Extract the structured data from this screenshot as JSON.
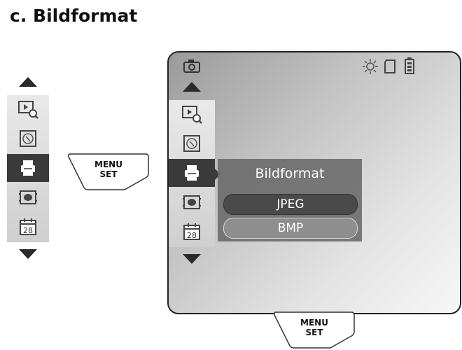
{
  "heading": "c. Bildformat",
  "menu_key": {
    "line1": "MENU",
    "line2": "SET"
  },
  "menu": {
    "title": "Bildformat",
    "options": [
      {
        "label": "JPEG",
        "selected": true
      },
      {
        "label": "BMP",
        "selected": false
      }
    ]
  },
  "icons": {
    "strip": [
      "playback-zoom-icon",
      "clock-icon",
      "image-format-icon",
      "camera-frame-icon",
      "calendar-icon"
    ],
    "status": [
      "camera-icon",
      "brightness-icon",
      "memory-card-icon",
      "battery-icon"
    ]
  },
  "calendar_day": "28",
  "colors": {
    "selected_bg": "#3a3a3a",
    "popup_bg": "#696969",
    "option_selected": "#4a4a4a"
  }
}
